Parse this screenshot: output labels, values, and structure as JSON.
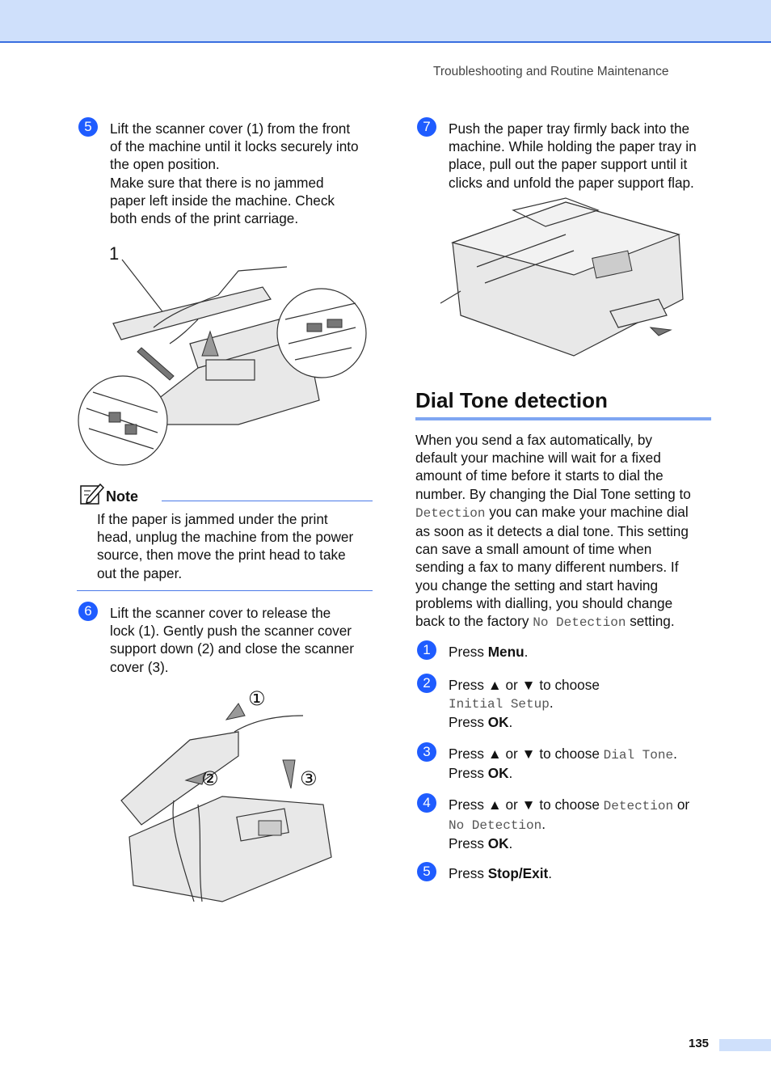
{
  "header": {
    "running_head": "Troubleshooting and Routine Maintenance"
  },
  "left": {
    "step5": {
      "num": "5",
      "lines": [
        "Lift the scanner cover (1) from the front",
        "of the machine until it locks securely into",
        "the open position.",
        "Make sure that there is no jammed",
        "paper left inside the machine. Check",
        "both ends of the print carriage."
      ],
      "callout": "1"
    },
    "note": {
      "title": "Note",
      "lines": [
        "If the paper is jammed under the print",
        "head, unplug the machine from the power",
        "source, then move the print head to take",
        "out the paper."
      ]
    },
    "step6": {
      "num": "6",
      "lines": [
        "Lift the scanner cover to release the",
        "lock (1). Gently push the scanner cover",
        "support down (2) and close the scanner",
        "cover (3)."
      ],
      "callouts": [
        "①",
        "②",
        "③"
      ]
    }
  },
  "right": {
    "step7": {
      "num": "7",
      "lines": [
        "Push the paper tray firmly back into the",
        "machine. While holding the paper tray in",
        "place, pull out the paper support until it",
        "clicks and unfold the paper support flap."
      ]
    },
    "section": {
      "title": "Dial Tone detection",
      "para": {
        "l1": "When you send a fax automatically, by",
        "l2": "default your machine will wait for a fixed",
        "l3": "amount of time before it starts to dial the",
        "l4": "number. By changing the Dial Tone setting to",
        "l5_code": "Detection",
        "l5_rest": " you can make your machine dial",
        "l6": "as soon as it detects a dial tone. This setting",
        "l7": "can save a small amount of time when",
        "l8": "sending a fax to many different numbers. If",
        "l9": "you change the setting and start having",
        "l10": "problems with dialling, you should change",
        "l11_pre": "back to the factory ",
        "l11_code": "No Detection",
        "l11_post": " setting."
      }
    },
    "steps": [
      {
        "num": "1",
        "press": "Press ",
        "key": "Menu",
        "end": "."
      },
      {
        "num": "2",
        "line1": "Press ▲ or ▼ to choose",
        "code": "Initial Setup",
        "dot": ".",
        "press": "Press ",
        "key": "OK",
        "end": "."
      },
      {
        "num": "3",
        "line1": "Press ▲ or ▼ to choose ",
        "code": "Dial Tone",
        "dot": ".",
        "press": "Press ",
        "key": "OK",
        "end": "."
      },
      {
        "num": "4",
        "line1": "Press ▲ or ▼ to choose ",
        "code1": "Detection",
        "or": " or",
        "code2": "No Detection",
        "dot": ".",
        "press": "Press ",
        "key": "OK",
        "end": "."
      },
      {
        "num": "5",
        "press": "Press ",
        "key": "Stop/Exit",
        "end": "."
      }
    ]
  },
  "footer": {
    "page_number": "135"
  },
  "colors": {
    "accent": "#1f5cff",
    "header_band": "#cfe0fb",
    "rule": "#7fa6f2"
  }
}
